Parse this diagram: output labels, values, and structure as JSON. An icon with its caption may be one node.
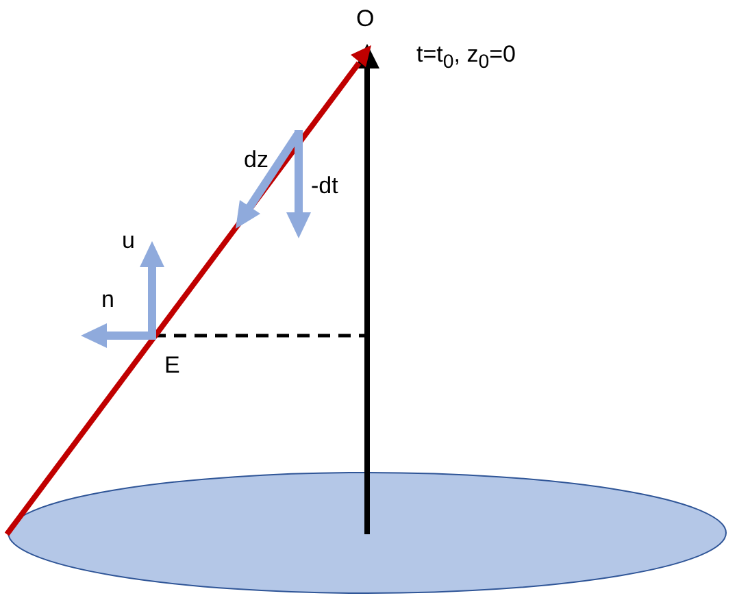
{
  "diagram": {
    "labels": [
      "O",
      "t=t$_{0}$, z$_{0}$=0",
      "dz",
      "-dt",
      "u",
      "n",
      "E"
    ]
  }
}
